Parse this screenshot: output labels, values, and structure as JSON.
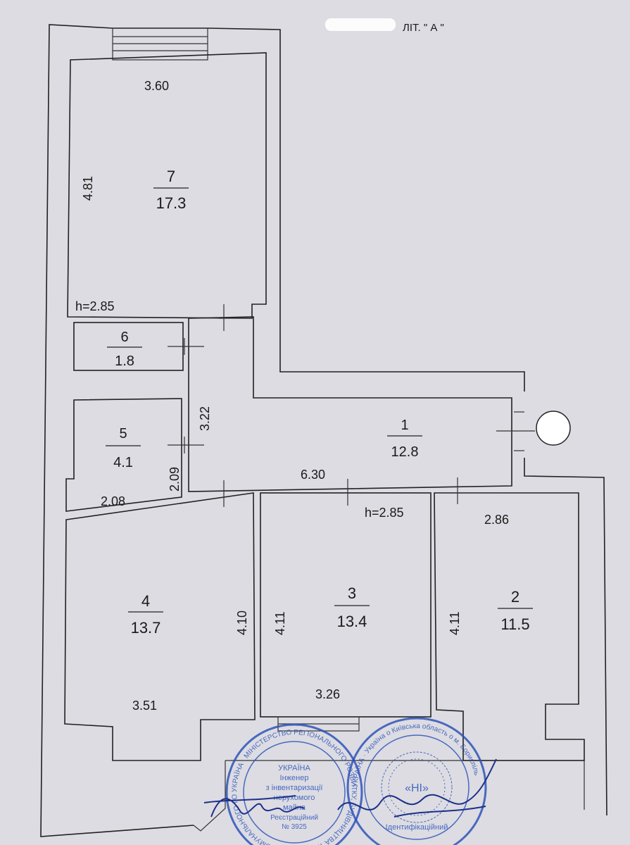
{
  "header": {
    "label": "ЛІТ. \" А \""
  },
  "rooms": [
    {
      "number": "7",
      "area": "17.3"
    },
    {
      "number": "6",
      "area": "1.8"
    },
    {
      "number": "5",
      "area": "4.1"
    },
    {
      "number": "1",
      "area": "12.8"
    },
    {
      "number": "4",
      "area": "13.7"
    },
    {
      "number": "3",
      "area": "13.4"
    },
    {
      "number": "2",
      "area": "11.5"
    }
  ],
  "dimensions": {
    "room7_width": "3.60",
    "room7_length": "4.81",
    "height_upper": "h=2.85",
    "corridor_length": "3.22",
    "room5_length": "2.09",
    "room5_width": "2.08",
    "hall_length": "6.30",
    "height_lower": "h=2.85",
    "room2_width": "2.86",
    "room4_length": "4.10",
    "room3_length_left": "4.11",
    "room2_length_left": "4.11",
    "room4_width": "3.51",
    "room3_width": "3.26"
  },
  "stamps": {
    "left": {
      "ring_text": "УКРАЇНА · МІНІСТЕРСТВО РЕГІОНАЛЬНОГО РОЗВИТКУ, БУДІВНИЦТВА ТА ЖИТЛОВО-КОМУНАЛЬНОГО ГОСПОДАРСТВА УКРАЇНИ",
      "line1": "УКРАЇНА",
      "line2": "Інженер",
      "line3": "з інвентаризації",
      "line4": "нерухомого",
      "line5": "майна",
      "line6": "Реєстраційний",
      "line7": "№ 3925"
    },
    "right": {
      "ring_text": "УКРАЇНА · Україна о Київська область о м. Бориспіль",
      "center": "«НІ»",
      "line": "Ідентифікаційний"
    }
  },
  "colors": {
    "paper": "#dcdce2",
    "ink": "#1a1a1a",
    "stamp": "#2a4fb8"
  }
}
